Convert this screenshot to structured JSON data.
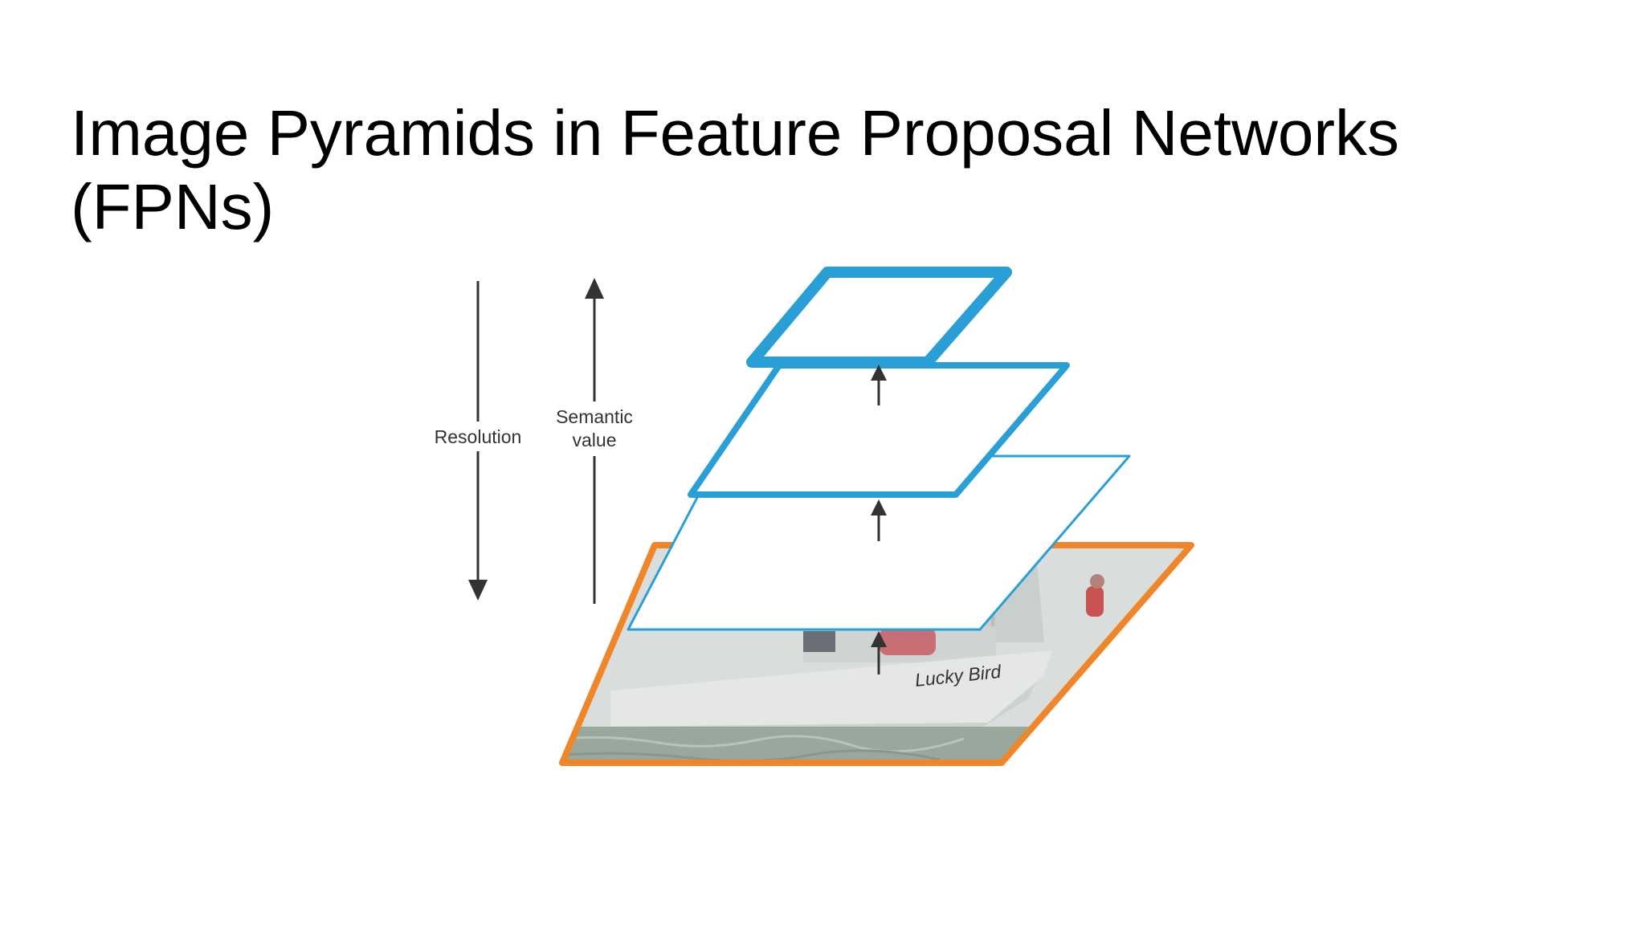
{
  "slide": {
    "title_line1": "Image Pyramids in Feature Proposal Networks",
    "title_line2": "(FPNs)"
  },
  "diagram": {
    "resolution_label": "Resolution",
    "semantic_label_line1": "Semantic",
    "semantic_label_line2": "value",
    "colors": {
      "feature_layer": "#2a9fd6",
      "image_layer_border": "#f0862a",
      "arrow": "#333333",
      "water": "#9aa79c",
      "hull": "#e4e7e4",
      "sky": "#d9dedd"
    },
    "icons": [
      "arrow-down-icon",
      "arrow-up-icon"
    ]
  }
}
